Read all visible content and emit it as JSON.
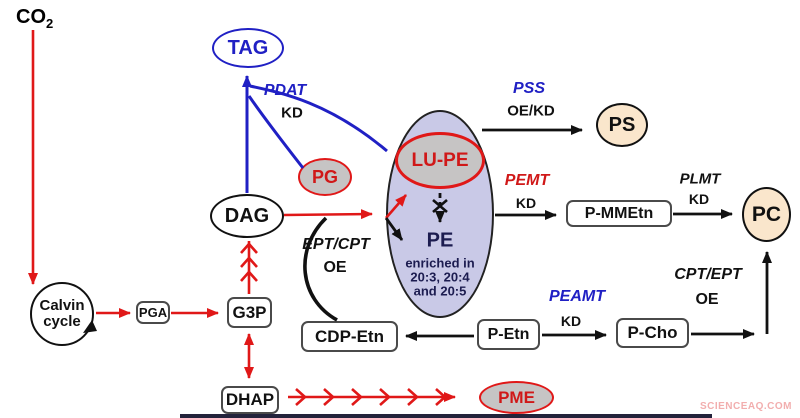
{
  "diagram": {
    "description": "Lipid biosynthesis engineering pathway diagram",
    "watermark": "SCIENCEAQ.COM"
  },
  "colors": {
    "red": "#e01818",
    "blue": "#2020c4",
    "navy": "#1c1c50",
    "lavender": "#c9c9e7",
    "gray_fill": "#c6c4c4",
    "peach": "#fae6cc",
    "bar": "#23233b"
  },
  "nodes": {
    "co2": "CO",
    "co2_sub": "2",
    "tag": "TAG",
    "pg": "PG",
    "dag": "DAG",
    "lu_pe": "LU-PE",
    "pe": "PE",
    "pe_note1": "enriched in",
    "pe_note2": "20:3, 20:4",
    "pe_note3": "and 20:5",
    "ps": "PS",
    "p_mmetn": "P-MMEtn",
    "pc": "PC",
    "calvin_line1": "Calvin",
    "calvin_line2": "cycle",
    "pga": "PGA",
    "g3p": "G3P",
    "dhap": "DHAP",
    "cdp_etn": "CDP-Etn",
    "p_etn": "P-Etn",
    "p_cho": "P-Cho",
    "pme": "PME"
  },
  "enzymes": {
    "pdat": {
      "name": "PDAT",
      "mod": "KD"
    },
    "pss": {
      "name": "PSS",
      "mod": "OE/KD"
    },
    "pemt": {
      "name": "PEMT",
      "mod": "KD"
    },
    "plmt": {
      "name": "PLMT",
      "mod": "KD"
    },
    "ept_cpt": {
      "name": "EPT/CPT",
      "mod": "OE"
    },
    "peamt": {
      "name": "PEAMT",
      "mod": "KD"
    },
    "cpt_ept": {
      "name": "CPT/EPT",
      "mod": "OE"
    }
  }
}
